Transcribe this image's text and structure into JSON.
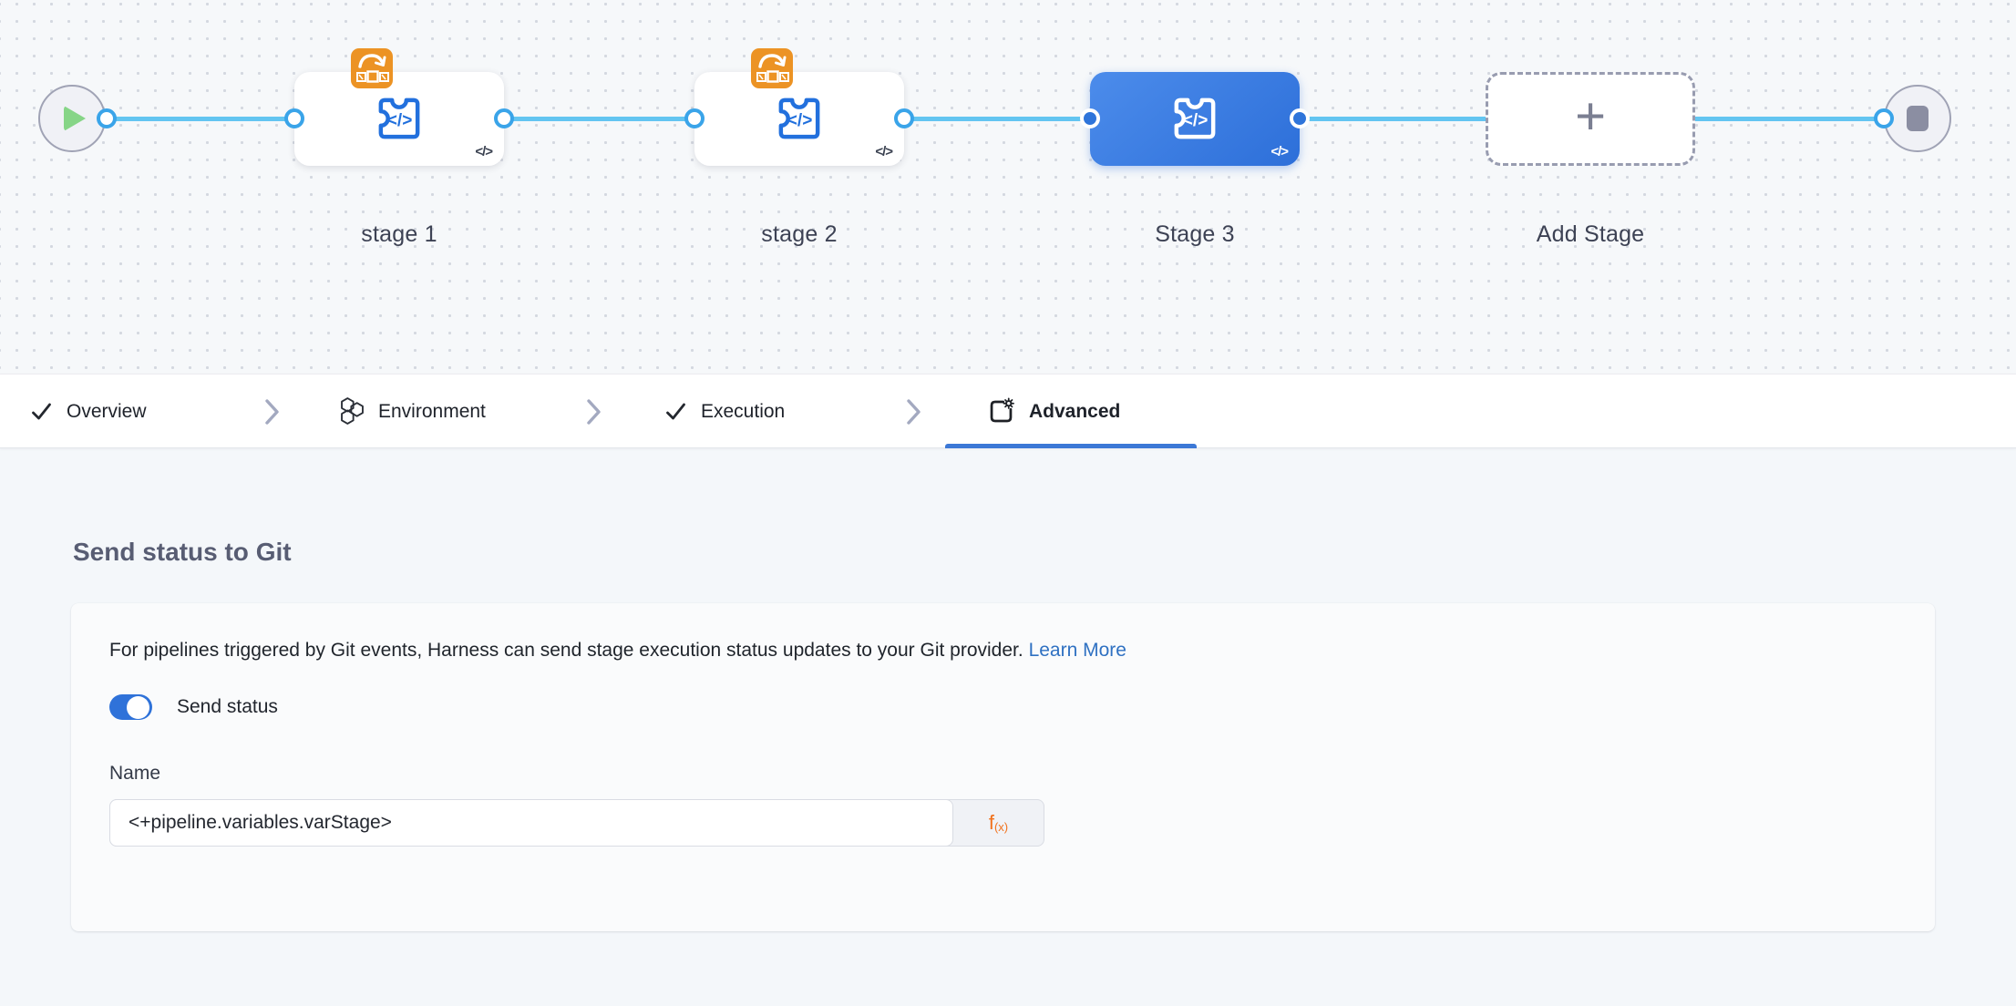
{
  "canvas": {
    "start_icon": "play-icon",
    "end_icon": "stop-icon",
    "stages": [
      {
        "label": "stage 1",
        "icon": "custom-stage-icon",
        "badge": "rollback-icon",
        "selected": false
      },
      {
        "label": "stage 2",
        "icon": "custom-stage-icon",
        "badge": "rollback-icon",
        "selected": false
      },
      {
        "label": "Stage 3",
        "icon": "custom-stage-icon",
        "badge": null,
        "selected": true
      }
    ],
    "add_stage_label": "Add Stage",
    "plus_glyph": "+",
    "code_glyph": "</>"
  },
  "tabs": [
    {
      "label": "Overview",
      "icon": "check-icon",
      "active": false
    },
    {
      "label": "Environment",
      "icon": "environment-hexagons-icon",
      "active": false
    },
    {
      "label": "Execution",
      "icon": "check-icon",
      "active": false
    },
    {
      "label": "Advanced",
      "icon": "advanced-gear-square-icon",
      "active": true
    }
  ],
  "panel": {
    "heading": "Send status to Git",
    "description": "For pipelines triggered by Git events, Harness can send stage execution status updates to your Git provider.",
    "learn_more": "Learn More",
    "toggle_label": "Send status",
    "toggle_on": true,
    "name_label": "Name",
    "name_value": "<+pipeline.variables.varStage>",
    "expression_f": "f",
    "expression_sub": "(x)"
  },
  "colors": {
    "accent_blue": "#2f72d9",
    "selected_node_blue": "#3d7ee0",
    "line_blue": "#63c5f1",
    "port_ring_blue": "#3aa4e9",
    "link_blue": "#2f71c2",
    "badge_orange": "#ec9324",
    "expression_orange": "#f1711c",
    "tab_underline": "#3c78d6",
    "heading_slate": "#585d73"
  }
}
